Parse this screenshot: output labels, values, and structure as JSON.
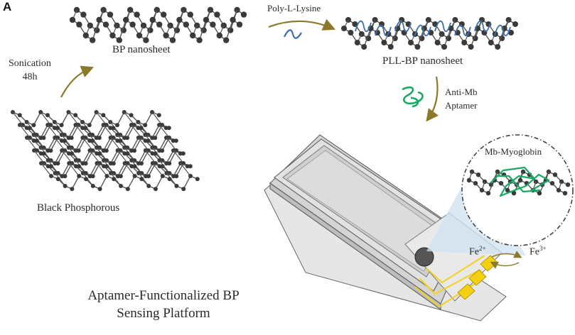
{
  "panel_label": "A",
  "labels": {
    "poly_l_lysine": "Poly-L-Lysine",
    "bp_nanosheet": "BP nanosheet",
    "pll_bp_nanosheet": "PLL-BP nanosheet",
    "sonication_line1": "Sonication",
    "sonication_line2": "48h",
    "anti_mb_line1": "Anti-Mb",
    "anti_mb_line2": "Aptamer",
    "black_phosphorous": "Black Phosphorous",
    "mb_myoglobin": "Mb-Myoglobin",
    "fe2_base": "Fe",
    "fe2_sup": "2+",
    "fe3_base": "Fe",
    "fe3_sup": "3+",
    "platform_line1": "Aptamer-Functionalized BP",
    "platform_line2": "Sensing Platform"
  },
  "colors": {
    "atom": "#3a3a3a",
    "bond": "#555555",
    "arrow": "#8a7a2a",
    "pll_chain": "#3d6fa8",
    "aptamer": "#1aa866",
    "electrode_trace": "#f2d21e",
    "contact_pad": "#f5d010",
    "bubble_fill": "#d7e9f5"
  }
}
